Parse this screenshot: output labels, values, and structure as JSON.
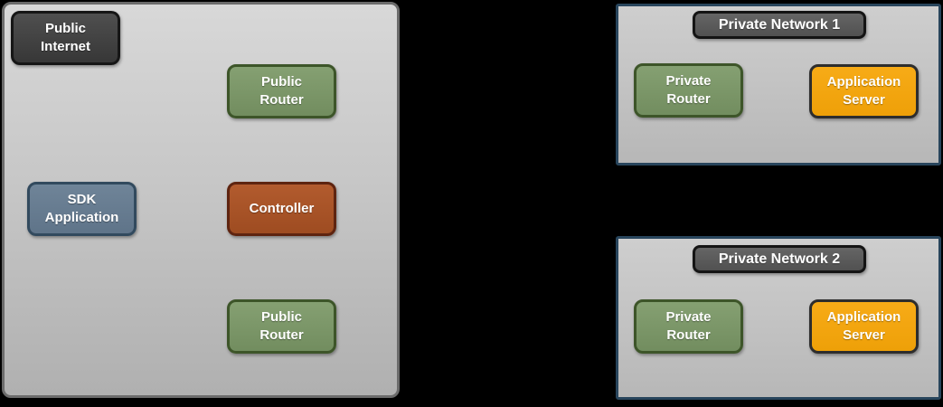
{
  "diagram": {
    "type": "network-architecture",
    "background_color": "#000000",
    "colors": {
      "container_fill": "#c7c7c7",
      "container_border": "#6b6b6b",
      "private_network_border": "#28455c",
      "node_dark": "#414141",
      "node_green": "#7b9667",
      "node_slate": "#667b8f",
      "node_rust": "#a85428",
      "node_orange": "#f2a60f",
      "title_pill": "#5b5b5b",
      "text": "#ffffff"
    },
    "public_cloud": {
      "nodes": {
        "public_internet": "Public Internet",
        "public_router_top": "Public Router",
        "sdk_application": "SDK Application",
        "controller": "Controller",
        "public_router_bottom": "Public Router"
      }
    },
    "private_networks": [
      {
        "title": "Private Network 1",
        "router": "Private Router",
        "server": "Application Server"
      },
      {
        "title": "Private Network 2",
        "router": "Private Router",
        "server": "Application Server"
      }
    ]
  }
}
